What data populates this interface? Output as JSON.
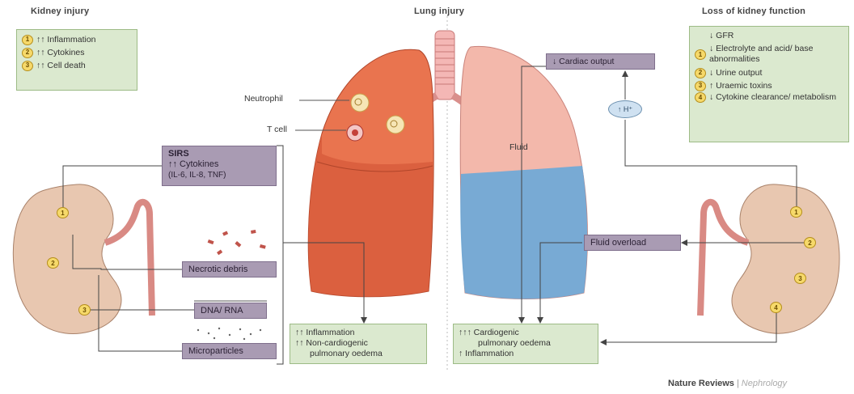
{
  "kidney_injury": {
    "title": "Kidney injury",
    "items": [
      {
        "num": "1",
        "text": "↑↑ Inflammation"
      },
      {
        "num": "2",
        "text": "↑↑ Cytokines"
      },
      {
        "num": "3",
        "text": "↑↑ Cell death"
      }
    ]
  },
  "lung_injury": {
    "title": "Lung injury"
  },
  "loss_of_kidney": {
    "title": "Loss of kidney function",
    "items": [
      {
        "num": "",
        "text": "↓ GFR"
      },
      {
        "num": "1",
        "text": "↓ Electrolyte and acid/ base abnormalities"
      },
      {
        "num": "2",
        "text": "↓ Urine output"
      },
      {
        "num": "3",
        "text": "↑ Uraemic toxins"
      },
      {
        "num": "4",
        "text": "↓ Cytokine clearance/ metabolism"
      }
    ]
  },
  "labels": {
    "neutrophil": "Neutrophil",
    "t_cell": "T cell",
    "fluid": "Fluid",
    "cardiac_output": "↓ Cardiac output",
    "ph": "↑ H⁺"
  },
  "sirs": {
    "title": "SIRS",
    "line1": "↑↑ Cytokines",
    "line2": "(IL-6, IL-8, TNF)"
  },
  "purple_boxes": {
    "necrotic": "Necrotic debris",
    "dna": "DNA/ RNA",
    "micro": "Microparticles",
    "fluid_overload": "Fluid overload"
  },
  "bottom_left": {
    "line1": "↑↑ Inflammation",
    "line2": "↑↑ Non-cardiogenic",
    "line3": "pulmonary oedema"
  },
  "bottom_right": {
    "line1": "↑↑↑ Cardiogenic",
    "line2": "pulmonary oedema",
    "line3": "↑ Inflammation"
  },
  "left_kidney_nums": [
    "1",
    "2",
    "3"
  ],
  "right_kidney_nums": [
    "1",
    "2",
    "3",
    "4"
  ],
  "footer": {
    "brand": "Nature Reviews",
    "journal": "Nephrology"
  }
}
